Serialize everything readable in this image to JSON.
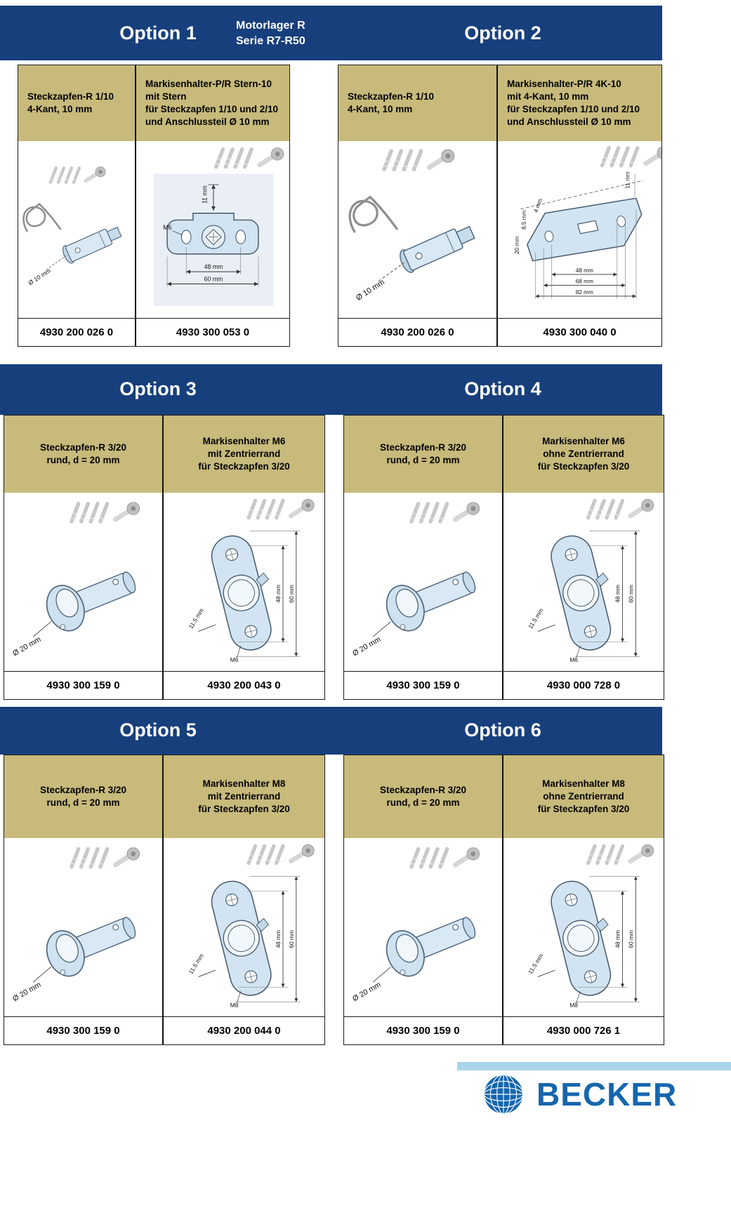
{
  "page_title": {
    "product_line1": "Motorlager R",
    "product_line2": "Serie R7-R50"
  },
  "colors": {
    "header_blue": "#173F7C",
    "panel_khaki": "#C7BA7B",
    "brand_blue": "#1566AE",
    "accent_light_blue": "#A9D4EA"
  },
  "footer": {
    "brand": "BECKER"
  },
  "sections": [
    {
      "left_option_label": "Option 1",
      "right_option_label": "Option 2",
      "cells": [
        {
          "title": "Steckzapfen-R 1/10\n4-Kant, 10 mm",
          "part_number": "4930 200 026 0",
          "image": {
            "type": "pin-square",
            "labels": {
              "dia": "Ø 10 mm"
            }
          }
        },
        {
          "title": "Markisenhalter-P/R Stern-10\nmit Stern\nfür Steckzapfen 1/10 und 2/10\nund Anschlussteil Ø 10 mm",
          "part_number": "4930 300 053 0",
          "image": {
            "type": "bracket-stern",
            "labels": {
              "top": "11 mm",
              "thread": "M6",
              "w1": "48 mm",
              "w2": "60 mm"
            }
          }
        },
        {
          "title": "Steckzapfen-R 1/10\n4-Kant, 10 mm",
          "part_number": "4930 200 026 0",
          "image": {
            "type": "pin-square",
            "labels": {
              "dia": "Ø 10 mm"
            }
          }
        },
        {
          "title": "Markisenhalter-P/R 4K-10\nmit 4-Kant, 10 mm\nfür Steckzapfen 1/10 und 2/10\nund Anschlussteil Ø 10 mm",
          "part_number": "4930 300 040 0",
          "image": {
            "type": "bracket-4k",
            "labels": {
              "top": "11 mm",
              "t2": "4 mm",
              "t3": "8.5 mm",
              "t4": "20 mm",
              "w1": "48 mm",
              "w2": "68 mm",
              "w3": "82 mm"
            }
          }
        }
      ]
    },
    {
      "left_option_label": "Option 3",
      "right_option_label": "Option 4",
      "cells": [
        {
          "title": "Steckzapfen-R 3/20\nrund, d = 20 mm",
          "part_number": "4930 300 159 0",
          "image": {
            "type": "pin-round",
            "labels": {
              "dia": "Ø 20 mm"
            }
          }
        },
        {
          "title": "Markisenhalter M6\nmit Zentrierrand\nfür Steckzapfen 3/20",
          "part_number": "4930 200 043 0",
          "image": {
            "type": "bracket-oval",
            "labels": {
              "side": "11.5 mm",
              "h1": "48 mm",
              "h2": "60 mm",
              "thread": "M6"
            }
          }
        },
        {
          "title": "Steckzapfen-R 3/20\nrund, d = 20 mm",
          "part_number": "4930 300 159 0",
          "image": {
            "type": "pin-round",
            "labels": {
              "dia": "Ø 20 mm"
            }
          }
        },
        {
          "title": "Markisenhalter M6\nohne Zentrierrand\nfür Steckzapfen 3/20",
          "part_number": "4930 000 728 0",
          "image": {
            "type": "bracket-oval",
            "labels": {
              "side": "11.5 mm",
              "h1": "48 mm",
              "h2": "60 mm",
              "thread": "M6"
            }
          }
        }
      ]
    },
    {
      "left_option_label": "Option 5",
      "right_option_label": "Option 6",
      "cells": [
        {
          "title": "Steckzapfen-R 3/20\nrund, d = 20 mm",
          "part_number": "4930 300 159 0",
          "image": {
            "type": "pin-round",
            "labels": {
              "dia": "Ø 20 mm"
            }
          }
        },
        {
          "title": "Markisenhalter M8\nmit Zentrierrand\nfür Steckzapfen 3/20",
          "part_number": "4930 200 044 0",
          "image": {
            "type": "bracket-oval",
            "labels": {
              "side": "11.5 mm",
              "h1": "48 mm",
              "h2": "60 mm",
              "thread": "M8"
            }
          }
        },
        {
          "title": "Steckzapfen-R 3/20\nrund, d = 20 mm",
          "part_number": "4930 300 159 0",
          "image": {
            "type": "pin-round",
            "labels": {
              "dia": "Ø 20 mm"
            }
          }
        },
        {
          "title": "Markisenhalter M8\nohne Zentrierrand\nfür Steckzapfen 3/20",
          "part_number": "4930 000 726 1",
          "image": {
            "type": "bracket-oval",
            "labels": {
              "side": "11.5 mm",
              "h1": "48 mm",
              "h2": "60 mm",
              "thread": "M8"
            }
          }
        }
      ]
    }
  ]
}
